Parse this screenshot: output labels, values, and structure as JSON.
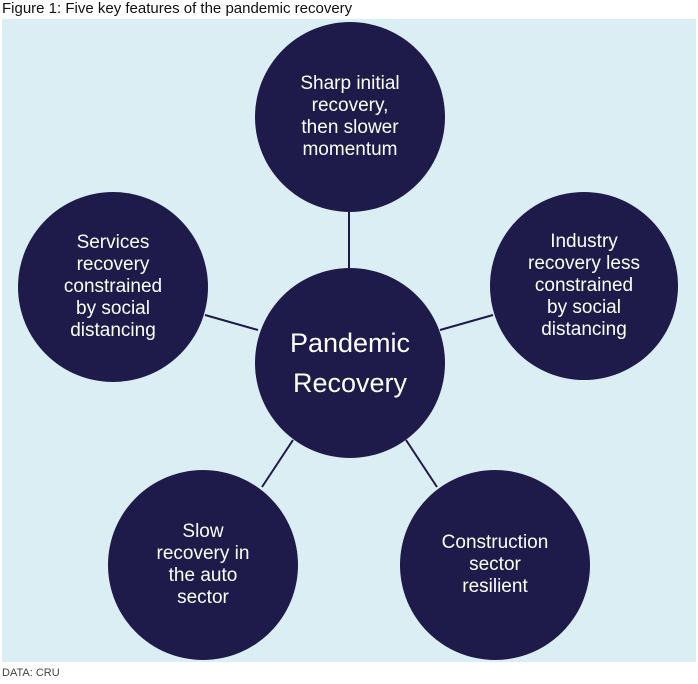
{
  "figure": {
    "title": "Figure 1: Five key features of the pandemic recovery",
    "source": "DATA: CRU"
  },
  "diagram": {
    "center": {
      "label": "Pandemic\nRecovery"
    },
    "features": [
      {
        "label": "Sharp initial\nrecovery,\nthen slower\nmomentum"
      },
      {
        "label": "Industry\nrecovery less\nconstrained\nby social\ndistancing"
      },
      {
        "label": "Construction\nsector\nresilient"
      },
      {
        "label": "Slow\nrecovery in\nthe auto\nsector"
      },
      {
        "label": "Services\nrecovery\nconstrained\nby social\ndistancing"
      }
    ]
  },
  "colors": {
    "panel_background": "#dbeef4",
    "node_fill": "#1e1a4a",
    "connector": "#1e1a4a",
    "node_text": "#ffffff"
  }
}
